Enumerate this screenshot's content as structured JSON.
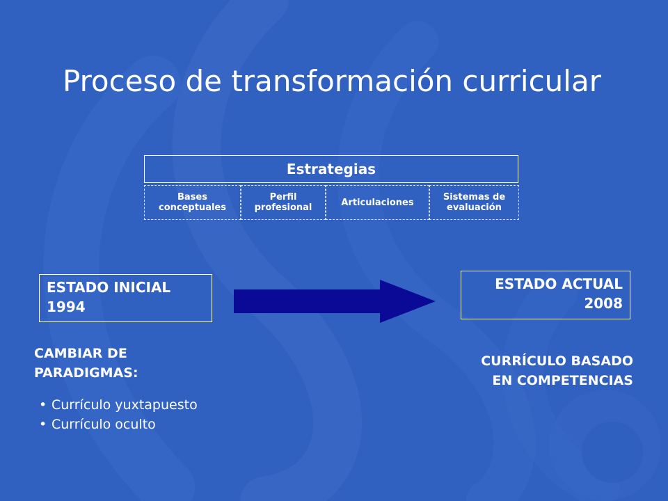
{
  "slide": {
    "title": "Proceso de transformación curricular",
    "background_color": "#3060c0",
    "strategies": {
      "header": "Estrategias",
      "items": [
        "Bases conceptuales",
        "Perfil profesional",
        "Articulaciones",
        "Sistemas de evaluación"
      ]
    },
    "initial_state": {
      "line1": "ESTADO INICIAL",
      "line2": "1994"
    },
    "current_state": {
      "line1": "ESTADO ACTUAL",
      "line2": "2008"
    },
    "arrow_icon": "arrow-right-icon",
    "arrow_color": "#0a0a96",
    "left_section": {
      "title_line1": "CAMBIAR DE",
      "title_line2": "PARADIGMAS:",
      "bullets": [
        "Currículo yuxtapuesto",
        "Currículo oculto"
      ]
    },
    "right_section": {
      "title_line1": "CURRÍCULO BASADO",
      "title_line2": "EN COMPETENCIAS"
    }
  }
}
